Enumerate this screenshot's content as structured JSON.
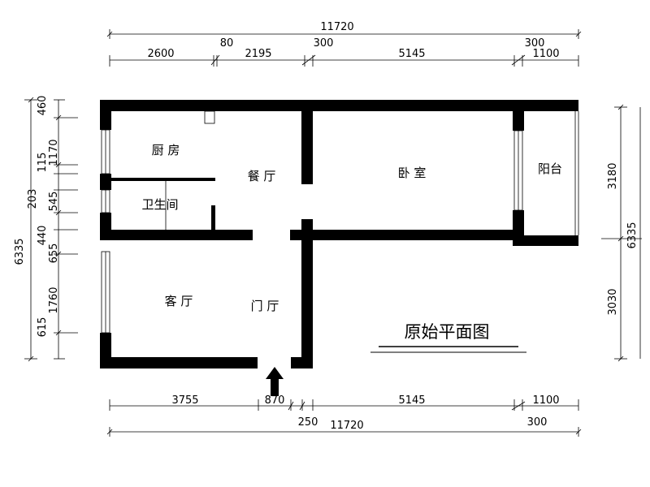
{
  "title": "原始平面图",
  "rooms": {
    "kitchen": "厨 房",
    "dining": "餐 厅",
    "bedroom": "卧 室",
    "balcony": "阳台",
    "bathroom": "卫生间",
    "living": "客 厅",
    "foyer": "门 厅"
  },
  "dimensions": {
    "top_total": "11720",
    "top_segments": [
      "2600",
      "80",
      "2195",
      "300",
      "5145",
      "300",
      "1100"
    ],
    "bottom_segments": [
      "3755",
      "870",
      "5145",
      "1100"
    ],
    "bottom_extra": [
      "250",
      "300"
    ],
    "bottom_total": "11720",
    "left_total": "6335",
    "left_segments": [
      "460",
      "1170",
      "115",
      "545",
      "203",
      "440",
      "655",
      "1760",
      "615"
    ],
    "right_total": "6335",
    "right_segments": [
      "3180",
      "3030"
    ]
  },
  "icons": [
    "entrance-arrow-icon"
  ]
}
